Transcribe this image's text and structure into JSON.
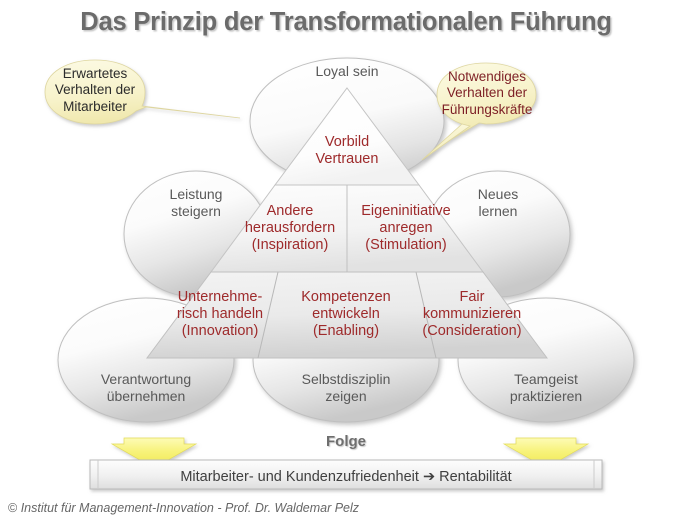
{
  "title": "Das Prinzip der Transformationalen Führung",
  "colors": {
    "red_text": "#9e2a2b",
    "gray_text": "#595959",
    "callout_fill": "#f7f3cf",
    "callout_text": "#7d1f25",
    "arrow_fill": "#f5f06e",
    "title_gray": "#6b6b6b"
  },
  "callouts": {
    "left": {
      "name": "erwartetes-verhalten-callout",
      "line1": "Erwartetes",
      "line2": "Verhalten der",
      "line3": "Mitarbeiter",
      "text": "Erwartetes\nVerhalten der\nMitarbeiter"
    },
    "right": {
      "name": "notwendiges-verhalten-callout",
      "line1": "Notwendiges",
      "line2": "Verhalten der",
      "line3": "Führungskräfte",
      "text": "Notwendiges\nVerhalten der\nFührungskräfte"
    }
  },
  "ellipses": {
    "top": "Loyal sein",
    "middle_left": "Leistung\nsteigern",
    "middle_right": "Neues\nlernen",
    "bottom_left": "Verantwortung\nübernehmen",
    "bottom_center": "Selbstdisziplin\nzeigen",
    "bottom_right": "Teamgeist\npraktizieren"
  },
  "pyramid": {
    "apex": "Vorbild\nVertrauen",
    "middle": [
      "Andere\nherausfordern\n(Inspiration)",
      "Eigeninitiative\nanregen\n(Stimulation)"
    ],
    "base": [
      "Unternehme-\nrisch handeln\n(Innovation)",
      "Kompetenzen\nentwickeln\n(Enabling)",
      "Fair\nkommunizieren\n(Consideration)"
    ]
  },
  "result": {
    "folge_label": "Folge",
    "banner_text": "Mitarbeiter- und Kundenzufriedenheit ➔ Rentabilität"
  },
  "footer": {
    "copyright_mark": "©",
    "credit": "Institut für Management-Innovation - Prof. Dr. Waldemar Pelz"
  }
}
